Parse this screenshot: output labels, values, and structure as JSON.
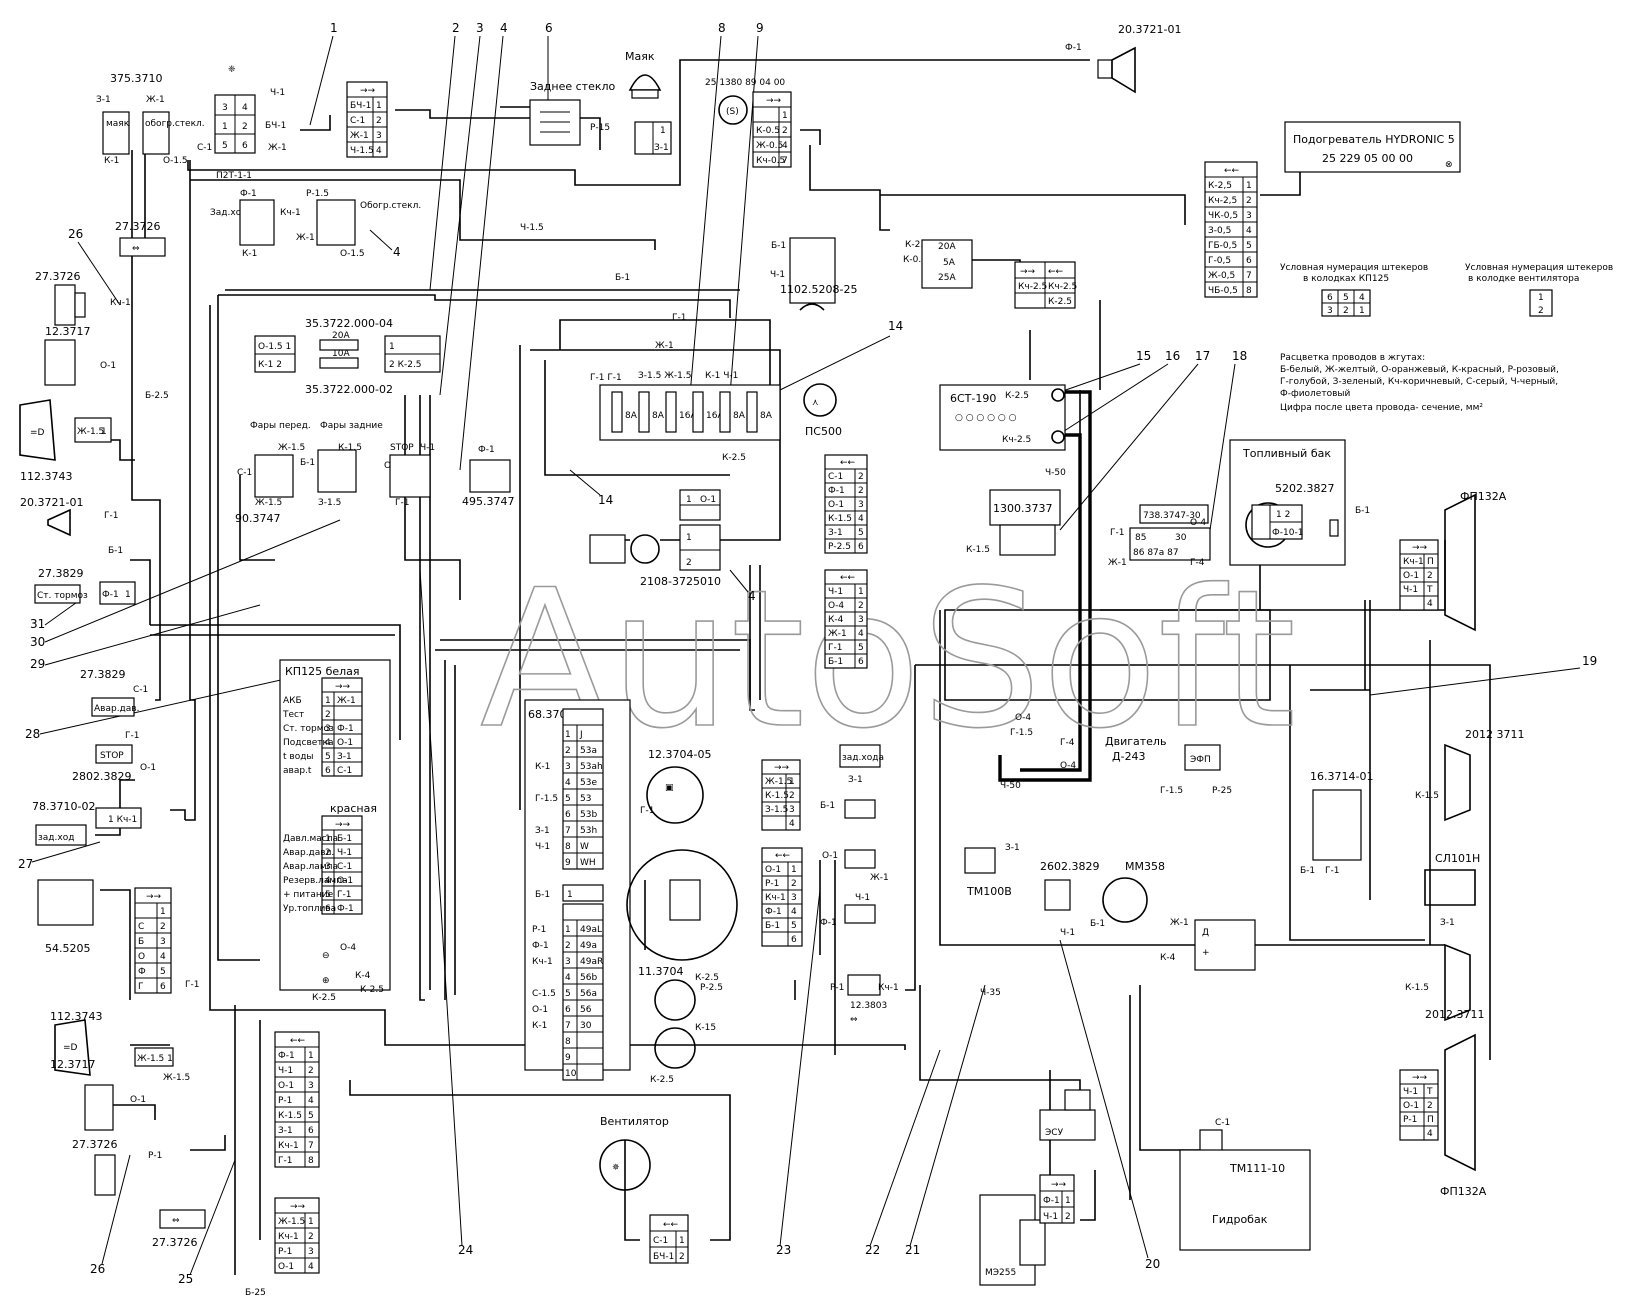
{
  "watermark": "AutoSoft",
  "callouts": [
    "1",
    "2",
    "3",
    "4",
    "6",
    "8",
    "9",
    "14",
    "15",
    "16",
    "17",
    "18",
    "19",
    "20",
    "21",
    "22",
    "23",
    "24",
    "25",
    "26",
    "27",
    "28",
    "29",
    "30",
    "31",
    "4",
    "14",
    "4",
    "26"
  ],
  "components": {
    "c375": "375.3710",
    "c375_a": "З-1",
    "c375_b": "Ж-1",
    "c375_c": "К-1",
    "c375_d": "О-1.5",
    "c375_mayak": "маяк",
    "c375_obogr": "обогр.стекл.",
    "p2t": "П2Т-1-1",
    "p2t_ch": "Ч-1",
    "p2t_bch": "БЧ-1",
    "p2t_zh": "Ж-1",
    "p2t_s": "С-1",
    "rear_glass": "Заднее стекло",
    "rear_glass_p": "Р-15",
    "mayak": "Маяк",
    "horn_top": "20.3721-01",
    "horn_top_f": "Ф-1",
    "c25_1380": "25 1380 89 04 00",
    "hydronic_line1": "Подогреватель HYDRONIC 5",
    "hydronic_line2": "25 229 05 00 00",
    "note_kp125_line1": "Условная нумерация штекеров",
    "note_kp125_line2": "в колодках КП125",
    "note_vent_line1": "Условная нумерация штекеров",
    "note_vent_line2": "в колодке вентилятора",
    "wire_colors_1": "Расцветка проводов в жгутах:",
    "wire_colors_2": "Б-белый, Ж-желтый, О-оранжевый, К-красный, Р-розовый,",
    "wire_colors_3": "Г-голубой, З-зеленый, Кч-коричневый, С-серый, Ч-черный,",
    "wire_colors_4": "Ф-фиолетовый",
    "wire_colors_5": "Цифра после цвета провода- сечение, мм²",
    "c27_3726_top": "27.3726",
    "c27_3726_left": "27.3726",
    "c12_3717": "12.3717",
    "c112_3743": "112.3743",
    "c20_3721_left": "20.3721-01",
    "c27_3829_a": "27.3829",
    "c27_3829_a_text": "Ст. тормоз",
    "c27_3829_b": "27.3829",
    "c27_3829_b_text": "Авар.дав.",
    "c2802": "2802.3829",
    "c2802_text": "STOP",
    "c78_3710": "78.3710-02",
    "c78_3710_text": "зад.ход",
    "c54_5205": "54.5205",
    "c112_3743_b": "112.3743",
    "c12_3717_b": "12.3717",
    "c27_3726_b": "27.3726",
    "c27_3726_c": "27.3726",
    "zad_hod": "Зад.ход",
    "obogr_stekl": "Обогр.стекл.",
    "c35_04": "35.3722.000-04",
    "c35_02": "35.3722.000-02",
    "fuse_20a": "20А",
    "fuse_10a": "10А",
    "fary_pered": "Фары перед.",
    "fary_zad": "Фары задние",
    "stop": "STOP",
    "c90_3747": "90.3747",
    "c495": "495.3747",
    "c1102": "1102.5208-25",
    "ps500": "ПС500",
    "c2108": "2108-3725010",
    "akb": "6СТ-190",
    "akb_plus": "К-2.5",
    "akb_minus": "Кч-2.5",
    "c1300": "1300.3737",
    "c738": "738.3747-30",
    "fuel_tank": "Топливный бак",
    "c5202": "5202.3827",
    "fp132a_top": "ФП132А",
    "fp132a_bot": "ФП132А",
    "c2012_a": "2012 3711",
    "c2012_b": "2012.3711",
    "c16_3714": "16.3714-01",
    "sl101n": "СЛ101Н",
    "engine_line1": "Двигатель",
    "engine_line2": "Д-243",
    "efp": "ЭФП",
    "tm100v": "ТМ100В",
    "c2602": "2602.3829",
    "mm358": "ММ358",
    "esu": "ЭСУ",
    "me255": "МЭ255",
    "tm111": "ТМ111-10",
    "gidrobak": "Гидробак",
    "ventilator": "Вентилятор",
    "c11_3704": "11.3704",
    "c12_3704": "12.3704-05",
    "c68_3709": "68.3709",
    "c12_3803": "12.3803",
    "zad_hod_b": "зад.хода",
    "kp125_white": "КП125 белая",
    "kp125_red": "красная"
  },
  "kp125_white_rows": [
    "АКБ",
    "Тест",
    "Ст. тормоз",
    "Подсветка",
    "t воды",
    "авар.t"
  ],
  "kp125_white_wires": [
    "Ж-1",
    "",
    "Ф-1",
    "О-1",
    "З-1",
    "С-1"
  ],
  "kp125_red_rows": [
    "Давл.масла",
    "Авар.давл.",
    "Авар.лампа",
    "Резерв.лампа",
    "+ питание",
    "Ур.топлива"
  ],
  "kp125_red_wires": [
    "Б-1",
    "Ч-1",
    "С-1",
    "О-1",
    "Г-1",
    "Ф-1"
  ],
  "c68_wires": [
    "",
    "",
    "К-1",
    "",
    "Г-1.5",
    "",
    "З-1",
    "Ч-1",
    ""
  ],
  "c68_pins": [
    "J",
    "53a",
    "53ah",
    "53e",
    "53",
    "53b",
    "53h",
    "W",
    "WH"
  ],
  "c68_wires2": [
    "Р-1",
    "Ф-1",
    "Кч-1",
    "",
    "С-1.5",
    "О-1",
    "К-1",
    "",
    "",
    ""
  ],
  "c68_pins2": [
    "49aL",
    "49a",
    "49aR",
    "56b",
    "56a",
    "56",
    "30",
    "",
    "",
    ""
  ],
  "hydronic_conn": [
    [
      "К-2,5",
      "1"
    ],
    [
      "Кч-2,5",
      "2"
    ],
    [
      "ЧК-0,5",
      "3"
    ],
    [
      "З-0,5",
      "4"
    ],
    [
      "ГБ-0,5",
      "5"
    ],
    [
      "Г-0,5",
      "6"
    ],
    [
      "Ж-0,5",
      "7"
    ],
    [
      "ЧБ-0,5",
      "8"
    ]
  ],
  "conn_pl1": [
    [
      "БЧ-1",
      "1"
    ],
    [
      "С-1",
      "2"
    ],
    [
      "Ж-1",
      "3"
    ],
    [
      "Ч-1.5",
      "4"
    ]
  ],
  "conn_25": [
    [
      "",
      "1"
    ],
    [
      "К-0.5",
      "2"
    ],
    [
      "Ж-0.5",
      "4"
    ],
    [
      "Кч-0.5",
      "7"
    ]
  ],
  "conn_mid_a": [
    [
      "С-1",
      "2"
    ],
    [
      "Ф-1",
      "2"
    ],
    [
      "О-1",
      "3"
    ],
    [
      "К-1.5",
      "4"
    ],
    [
      "З-1",
      "5"
    ],
    [
      "Р-2.5",
      "6"
    ]
  ],
  "conn_mid_b": [
    [
      "Ч-1",
      "1"
    ],
    [
      "О-4",
      "2"
    ],
    [
      "К-4",
      "3"
    ],
    [
      "Ж-1",
      "4"
    ],
    [
      "Г-1",
      "5"
    ],
    [
      "Б-1",
      "6"
    ]
  ],
  "conn_54": [
    [
      "",
      "1"
    ],
    [
      "С",
      "2"
    ],
    [
      "Б",
      "3"
    ],
    [
      "О",
      "4"
    ],
    [
      "Ф",
      "5"
    ],
    [
      "Г",
      "6"
    ]
  ],
  "conn_bl": [
    [
      "Ф-1",
      "1"
    ],
    [
      "Ч-1",
      "2"
    ],
    [
      "О-1",
      "3"
    ],
    [
      "Р-1",
      "4"
    ],
    [
      "К-1.5",
      "5"
    ],
    [
      "З-1",
      "6"
    ],
    [
      "Кч-1",
      "7"
    ],
    [
      "Г-1",
      "8"
    ]
  ],
  "conn_bl2": [
    [
      "Ж-1.5",
      "1"
    ],
    [
      "Кч-1",
      "2"
    ],
    [
      "Р-1",
      "3"
    ],
    [
      "О-1",
      "4"
    ]
  ],
  "conn_23a": [
    [
      "Ж-1.5",
      "1"
    ],
    [
      "К-1.5",
      "2"
    ],
    [
      "З-1.5",
      "3"
    ],
    [
      "",
      "4"
    ]
  ],
  "conn_23b": [
    [
      "О-1",
      "1"
    ],
    [
      "Р-1",
      "2"
    ],
    [
      "Кч-1",
      "3"
    ],
    [
      "Ф-1",
      "4"
    ],
    [
      "Б-1",
      "5"
    ],
    [
      "",
      "6"
    ]
  ],
  "fp_top": [
    [
      "Кч-1",
      "П"
    ],
    [
      "О-1",
      "2"
    ],
    [
      "Ч-1",
      "Т"
    ],
    [
      "",
      "4"
    ]
  ],
  "fp_bot": [
    [
      "Ч-1",
      "Т"
    ],
    [
      "О-1",
      "2"
    ],
    [
      "Р-1",
      "П"
    ],
    [
      "",
      "4"
    ]
  ],
  "conn_me": [
    [
      "Ф-1",
      "1"
    ],
    [
      "Ч-1",
      "2"
    ]
  ],
  "conn_vent": [
    [
      "С-1",
      "1"
    ],
    [
      "БЧ-1",
      "2"
    ]
  ]
}
